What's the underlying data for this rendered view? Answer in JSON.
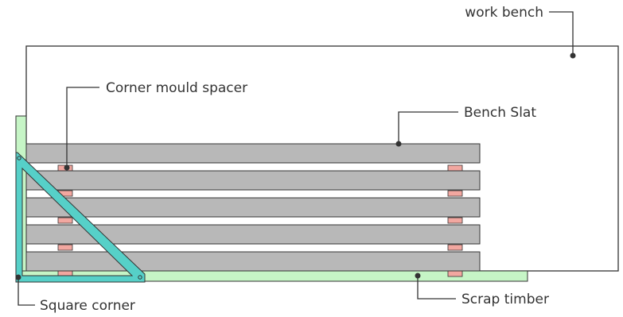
{
  "labels": {
    "work_bench": "work bench",
    "corner_mould_spacer": "Corner mould spacer",
    "bench_slat": "Bench Slat",
    "square_corner": "Square corner",
    "scrap_timber": "Scrap timber"
  },
  "colors": {
    "bench_fill": "#ffffff",
    "outline": "#333333",
    "slat": "#b8b8b8",
    "spacer": "#f2a7a0",
    "scrap_timber": "#c6f5c6",
    "square": "#56d0c8"
  },
  "slat_count": 5,
  "spacers_per_column": 5
}
